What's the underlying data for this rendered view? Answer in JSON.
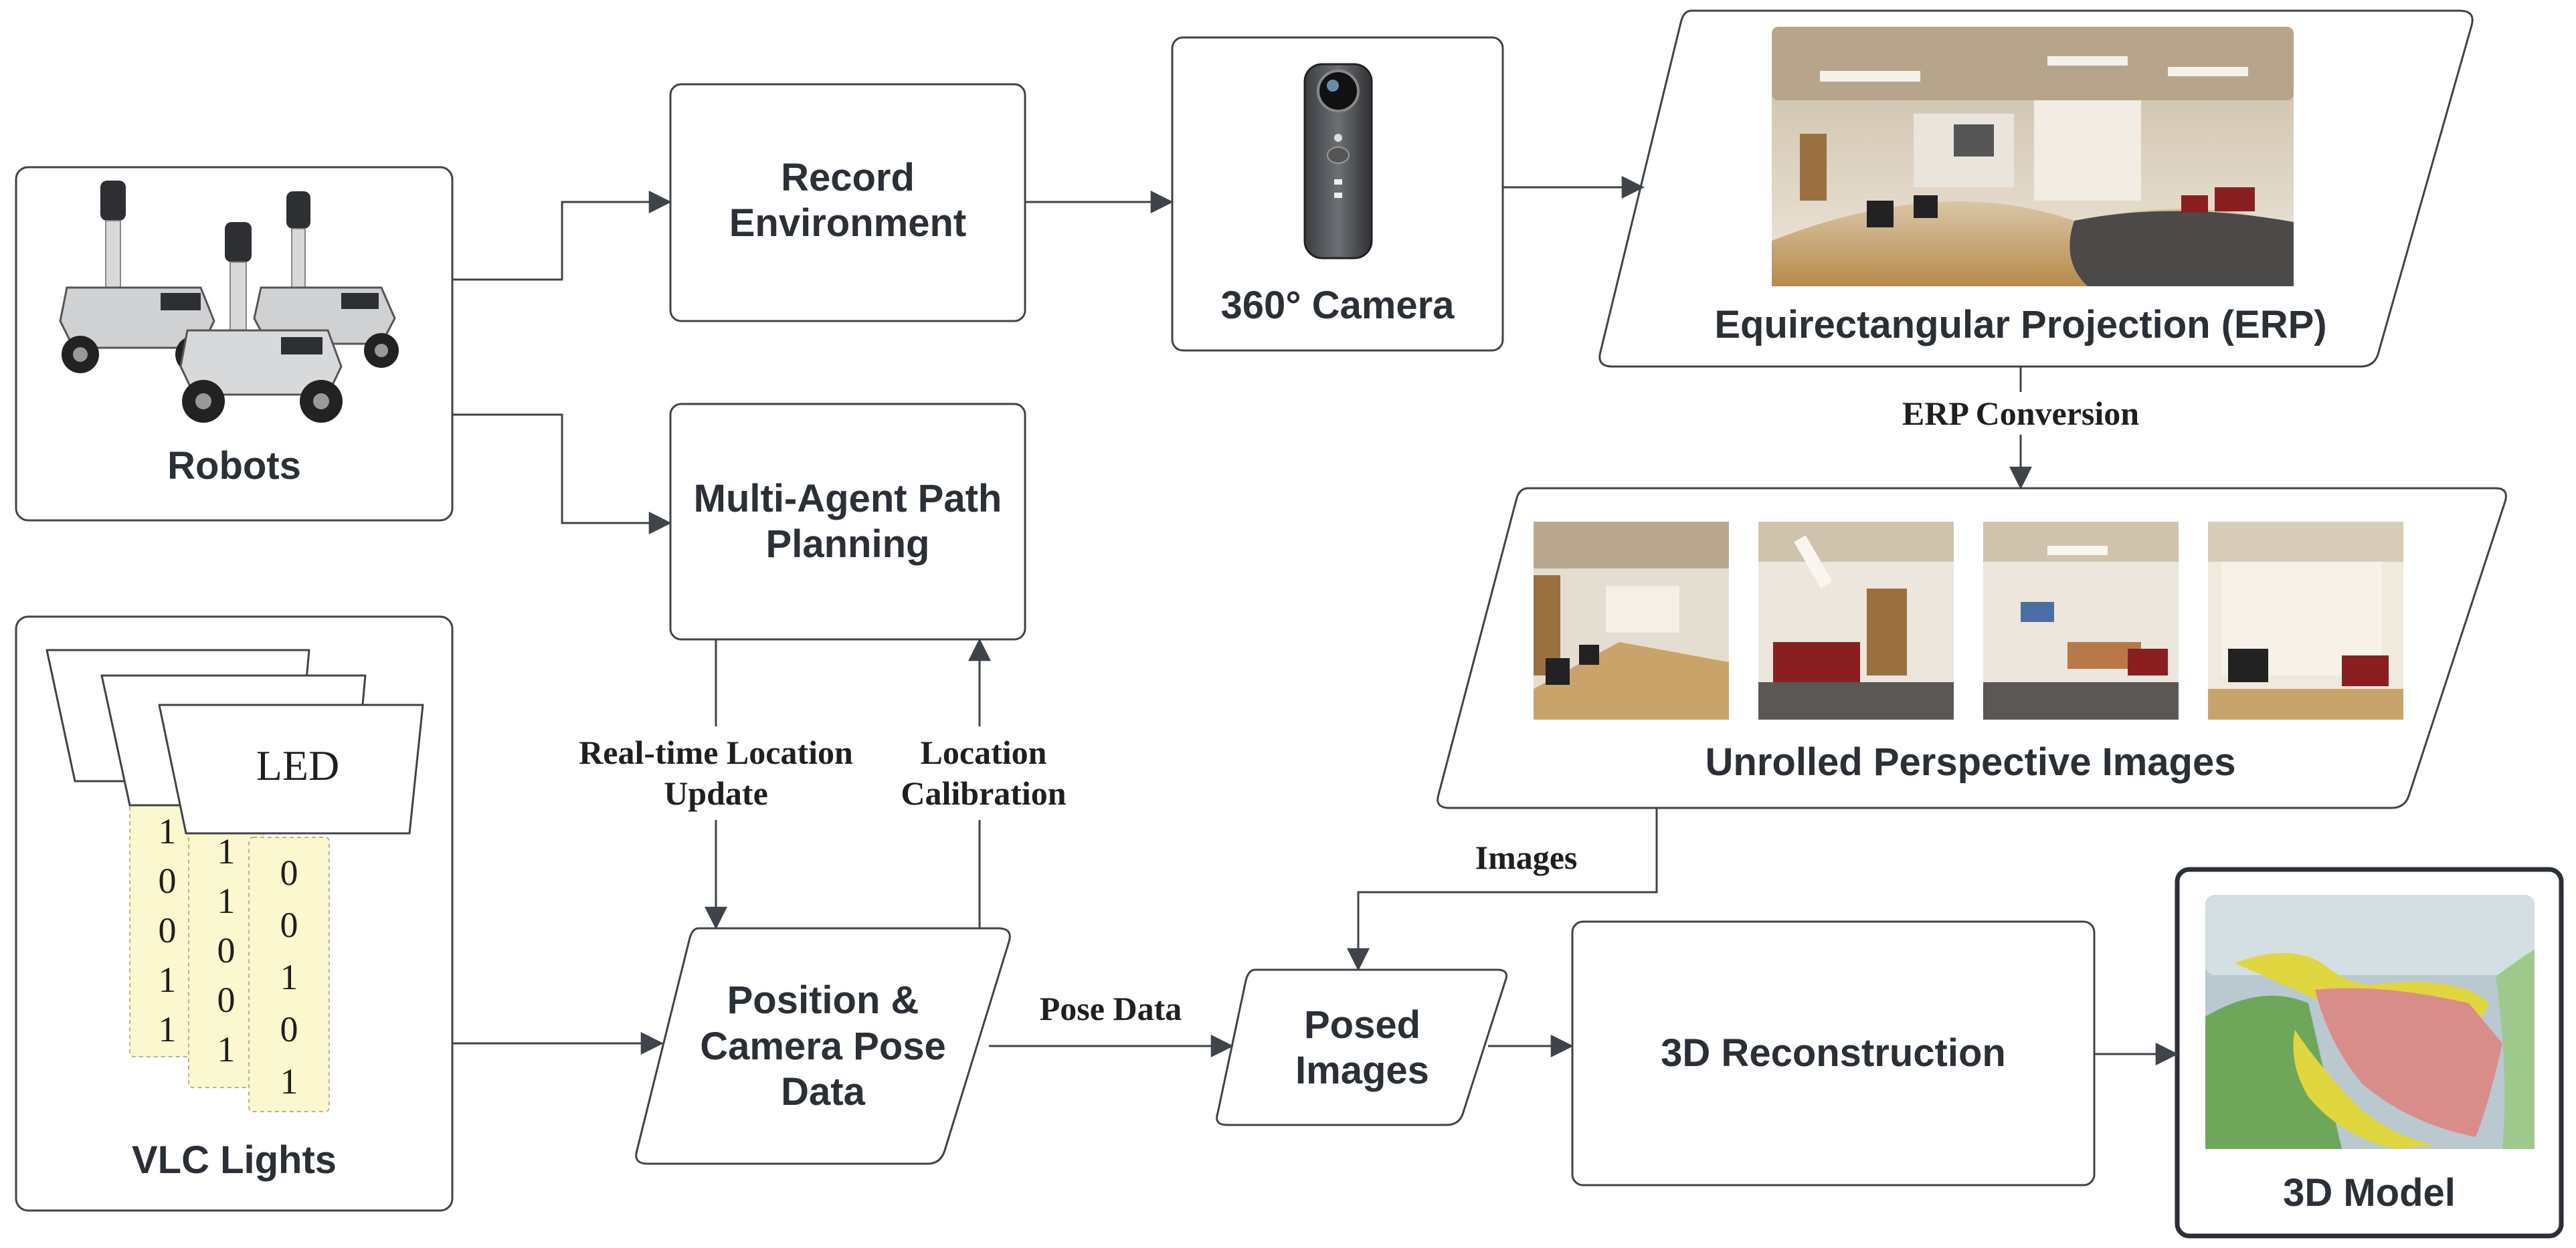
{
  "nodes": {
    "robots": "Robots",
    "record_environment": "Record Environment",
    "camera_360": "360° Camera",
    "erp": "Equirectangular Projection (ERP)",
    "multi_agent_path_planning": "Multi-Agent Path Planning",
    "unrolled_perspective_images": "Unrolled Perspective Images",
    "vlc_lights": "VLC Lights",
    "led": "LED",
    "position_camera_pose_data": "Position & Camera Pose Data",
    "posed_images": "Posed Images",
    "reconstruction_3d": "3D Reconstruction",
    "model_3d": "3D Model"
  },
  "edges": {
    "erp_conversion": "ERP Conversion",
    "realtime_location_update": "Real-time Location Update",
    "location_calibration": "Location Calibration",
    "images": "Images",
    "pose_data": "Pose Data"
  },
  "led_bits": {
    "strip1": [
      "1",
      "0",
      "0",
      "1",
      "1"
    ],
    "strip2": [
      "1",
      "1",
      "0",
      "0",
      "1"
    ],
    "strip3": [
      "0",
      "0",
      "1",
      "0",
      "1"
    ]
  },
  "colors": {
    "box_stroke": "#3f434a",
    "arrow": "#3f434a",
    "text": "#2b2f36",
    "led_strip": "#fbf7cf"
  }
}
